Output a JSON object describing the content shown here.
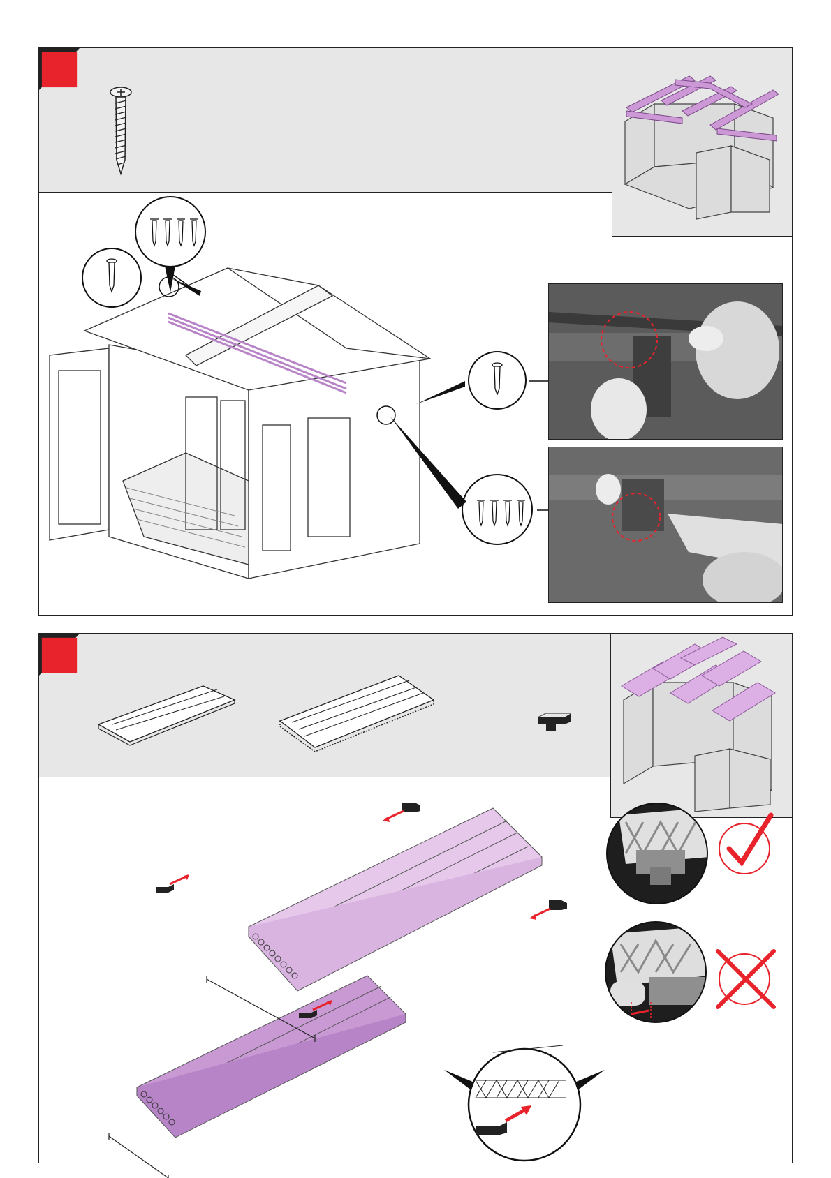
{
  "document": {
    "type": "assembly-instructions",
    "colors": {
      "step_badge": "#e8232b",
      "highlight_purple": "#cc99d6",
      "highlight_purple_dark": "#b784c7",
      "highlight_pink": "#e4c6ea",
      "check_red": "#e8232b",
      "panel_gray": "#e7e7e7",
      "line": "#222222"
    }
  },
  "step1": {
    "badge_icon": "red-square",
    "part_icon": "long-screw-icon",
    "callouts": [
      {
        "icon": "single-screw-icon",
        "count": 1
      },
      {
        "icon": "screw-set-icon",
        "count": 4
      },
      {
        "icon": "single-screw-icon",
        "count": 1
      },
      {
        "icon": "screw-set-icon",
        "count": 4
      }
    ],
    "photos": [
      "photo-fasten-screwdriver-top",
      "photo-fasten-screwdriver-bottom"
    ]
  },
  "step2": {
    "badge_icon": "red-square",
    "parts": [
      "narrow-roof-panel",
      "wide-roof-panel",
      "end-cap-plug"
    ],
    "checks": [
      {
        "icon": "check-icon",
        "meaning": "correct"
      },
      {
        "icon": "cross-icon",
        "meaning": "incorrect"
      }
    ]
  }
}
